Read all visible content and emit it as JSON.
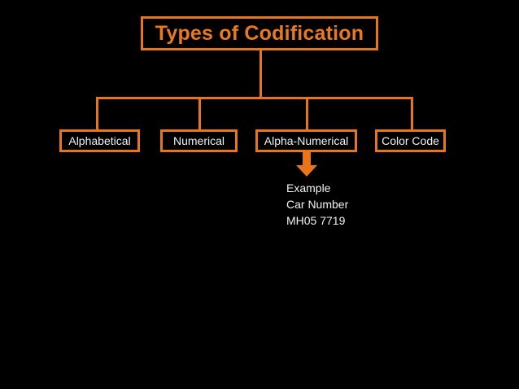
{
  "diagram": {
    "title": "Types of Codification",
    "root_label": "Types of Codification",
    "nodes": [
      {
        "label": "Alphabetical"
      },
      {
        "label": "Numerical"
      },
      {
        "label": "Alpha-Numerical"
      },
      {
        "label": "Color Code"
      }
    ],
    "annotation": {
      "attached_to": "Alpha-Numerical",
      "arrow_icon": "down-arrow-icon",
      "lines": [
        "Example",
        "Car Number",
        "MH05 7719"
      ]
    },
    "colors": {
      "background": "#000000",
      "accent": "#E8751A",
      "title_text": "#E8791E",
      "node_text": "#F2F2F2",
      "note_text": "#F2F2F2"
    }
  }
}
